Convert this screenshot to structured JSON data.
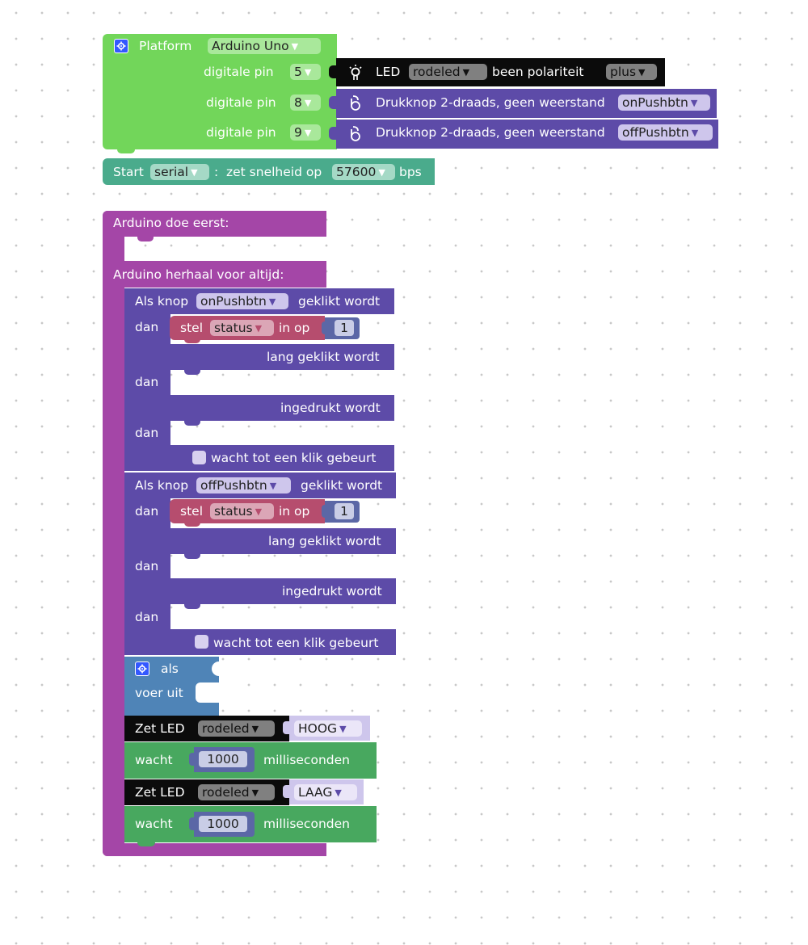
{
  "colors": {
    "platform": "#72d65a",
    "serial": "#4aab8c",
    "main": "#a446a7",
    "button": "#5d4ba8",
    "variable": "#b64d6e",
    "logic": "#4f84b7",
    "led": "#0b0b0b",
    "wait": "#48a85f",
    "value_light": "#cec6ec"
  },
  "platform": {
    "label": "Platform",
    "board": "Arduino Uno",
    "pins": [
      {
        "label": "digitale pin",
        "value": "5"
      },
      {
        "label": "digitale pin",
        "value": "8"
      },
      {
        "label": "digitale pin",
        "value": "9"
      }
    ],
    "icon": "gear-icon"
  },
  "led_block": {
    "label": "LED",
    "name": "rodeled",
    "polarity_label": "been polariteit",
    "polarity": "plus",
    "icon": "light-bulb-icon"
  },
  "push_blocks": [
    {
      "label": "Drukknop 2-draads, geen weerstand",
      "name": "onPushbtn",
      "icon": "push-button-icon"
    },
    {
      "label": "Drukknop 2-draads, geen weerstand",
      "name": "offPushbtn",
      "icon": "push-button-icon"
    }
  ],
  "serial_block": {
    "start": "Start",
    "port": "serial",
    "colon": ":",
    "speed_label": "zet snelheid op",
    "speed": "57600",
    "unit": "bps"
  },
  "main": {
    "setup_label": "Arduino doe eerst:",
    "loop_label": "Arduino herhaal voor altijd:"
  },
  "button_handlers": [
    {
      "prefix": "Als knop",
      "button": "onPushbtn",
      "clicked": "geklikt wordt",
      "then": "dan",
      "set": {
        "label": "stel",
        "var": "status",
        "op": "in op",
        "value": "1"
      },
      "long_click": "lang geklikt wordt",
      "then2": "dan",
      "pressed": "ingedrukt wordt",
      "then3": "dan",
      "wait_click": "wacht tot een klik gebeurt"
    },
    {
      "prefix": "Als knop",
      "button": "offPushbtn",
      "clicked": "geklikt wordt",
      "then": "dan",
      "set": {
        "label": "stel",
        "var": "status",
        "op": "in op",
        "value": "1"
      },
      "long_click": "lang geklikt wordt",
      "then2": "dan",
      "pressed": "ingedrukt wordt",
      "then3": "dan",
      "wait_click": "wacht tot een klik gebeurt"
    }
  ],
  "if_block": {
    "label": "als",
    "do": "voer uit"
  },
  "set_led": [
    {
      "label": "Zet LED",
      "led": "rodeled",
      "state": "HOOG"
    },
    {
      "label": "Zet LED",
      "led": "rodeled",
      "state": "LAAG"
    }
  ],
  "waits": [
    {
      "label": "wacht",
      "value": "1000",
      "unit": "milliseconden"
    },
    {
      "label": "wacht",
      "value": "1000",
      "unit": "milliseconden"
    }
  ]
}
